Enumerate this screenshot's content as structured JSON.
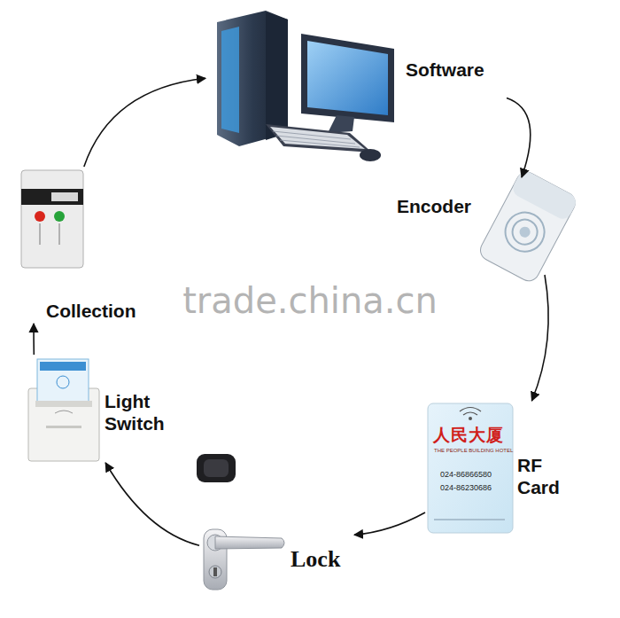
{
  "diagram": {
    "nodes": [
      {
        "text": [
          "Software"
        ]
      },
      {
        "text": [
          "Encoder"
        ]
      },
      {
        "text": [
          "RF Card"
        ]
      },
      {
        "text": [
          "Lock"
        ]
      },
      {
        "text": [
          "Light Switch"
        ]
      },
      {
        "text": [
          "Collection"
        ]
      }
    ],
    "edges": [
      {
        "from": 0,
        "to": 1,
        "arrow": "to"
      },
      {
        "from": 1,
        "to": 2,
        "arrow": "to"
      },
      {
        "from": 2,
        "to": 3,
        "arrow": "to"
      },
      {
        "from": 3,
        "to": 4,
        "arrow": "to"
      },
      {
        "from": 4,
        "to": 5,
        "arrow": "to"
      },
      {
        "from": 5,
        "to": 0,
        "arrow": "to"
      }
    ],
    "labels": [
      "trade.china.cn",
      "人民大厦",
      "THE PEOPLE BUILDING HOTEL",
      "024-86866580",
      "024-86230686"
    ]
  }
}
